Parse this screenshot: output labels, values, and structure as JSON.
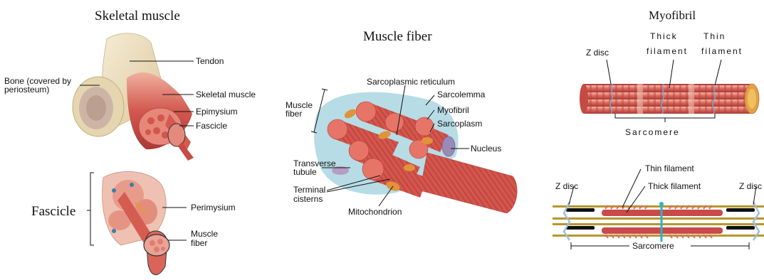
{
  "panels": {
    "skeletal": {
      "title": "Skeletal muscle",
      "labels": {
        "tendon": "Tendon",
        "bone_line1": "Bone (covered by",
        "bone_line2": "periosteum)",
        "skeletal_muscle": "Skeletal muscle",
        "epimysium": "Epimysium",
        "fascicle": "Fascicle"
      }
    },
    "fascicle": {
      "title": "Fascicle",
      "labels": {
        "perimysium": "Perimysium",
        "muscle_fiber_line1": "Muscle",
        "muscle_fiber_line2": "fiber"
      }
    },
    "muscle_fiber": {
      "title": "Muscle fiber",
      "labels": {
        "sarcoplasmic_reticulum": "Sarcoplasmic reticulum",
        "sarcolemma": "Sarcolemma",
        "myofibril": "Myofibril",
        "sarcoplasm": "Sarcoplasm",
        "nucleus": "Nucleus",
        "muscle_fiber_line1": "Muscle",
        "muscle_fiber_line2": "fiber",
        "transverse_line1": "Transverse",
        "transverse_line2": "tubule",
        "terminal_line1": "Terminal",
        "terminal_line2": "cisterns",
        "mitochondrion": "Mitochondrion"
      }
    },
    "myofibril": {
      "title": "Myofibril",
      "labels": {
        "z_disc": "Z disc",
        "thick_line1": "Thick",
        "thick_line2": "filament",
        "thin_line1": "Thin",
        "thin_line2": "filament",
        "sarcomere": "Sarcomere"
      }
    },
    "sarcomere": {
      "labels": {
        "thin_filament": "Thin filament",
        "thick_filament": "Thick filament",
        "z_disc_left": "Z disc",
        "z_disc_right": "Z disc",
        "sarcomere": "Sarcomere"
      }
    }
  },
  "colors": {
    "muscle_red": "#c94a4a",
    "muscle_light": "#e89a8c",
    "tendon_cream": "#efe2c4",
    "bone_tan": "#d9c7a0",
    "sheath_blue": "#8fc7d9",
    "mitochondria_orange": "#e0933a",
    "thick_gold": "#b8962e",
    "m_line_cyan": "#2ab3c4"
  }
}
